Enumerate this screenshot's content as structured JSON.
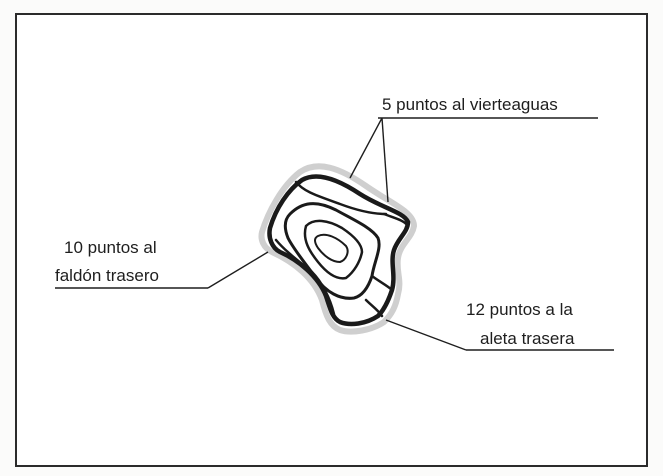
{
  "diagram": {
    "labels": {
      "top": "5 puntos al vierteaguas",
      "left_line1": "10 puntos al",
      "left_line2": "faldón trasero",
      "right_line1": "12 puntos a la",
      "right_line2": "aleta trasera"
    },
    "colors": {
      "ink": "#1e1e1e",
      "frame": "#2b2b2b",
      "background": "#ffffff"
    }
  }
}
